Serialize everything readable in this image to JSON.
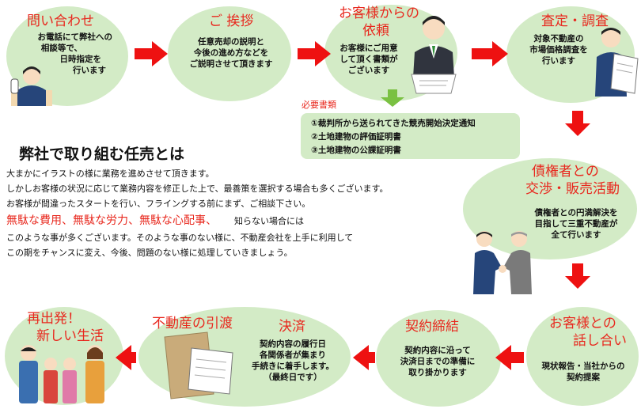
{
  "steps": [
    {
      "title": "問い合わせ",
      "lines": [
        "お電話にて弊社への",
        "相談等で、",
        "日時指定を",
        "行います"
      ]
    },
    {
      "title": "ご 挨拶",
      "lines": [
        "任意売却の説明と",
        "今後の進め方などを",
        "ご説明させて頂きます"
      ]
    },
    {
      "title_lines": [
        "お客様からの",
        "依頼"
      ],
      "lines": [
        "お客様にご用意",
        "して頂く書類が",
        "ございます"
      ]
    },
    {
      "title": "査定・調査",
      "lines": [
        "対象不動産の",
        "市場価格調査を",
        "行います"
      ]
    },
    {
      "title_lines": [
        "債権者との",
        "交渉・販売活動"
      ],
      "lines": [
        "債権者との円満解決を",
        "目指して三重不動産が",
        "全て行います"
      ]
    },
    {
      "title_lines": [
        "お客様との",
        "話し合い"
      ],
      "lines": [
        "現状報告・当社からの",
        "契約提案"
      ]
    },
    {
      "title": "契約締結",
      "lines": [
        "契約内容に沿って",
        "決済日までの準備に",
        "取り掛かります"
      ]
    },
    {
      "title": "決済",
      "lines": [
        "契約内容の履行日",
        "各関係者が集まり",
        "手続きに着手します。",
        "（最終日です）"
      ]
    },
    {
      "title": "不動産の引渡"
    },
    {
      "title_lines": [
        "再出発！",
        "新しい生活"
      ]
    }
  ],
  "documents": {
    "label": "必要書類",
    "items": [
      "①裁判所から送られてきた競売開始決定通知",
      "②土地建物の評価証明書",
      "③土地建物の公課証明書"
    ]
  },
  "intro": {
    "heading": "弊社で取り組む任売とは",
    "paragraphs": [
      "大まかにイラストの様に業務を進めさせて頂きます。",
      "しかしお客様の状況に応じて業務内容を修正した上で、最善策を選択する場合も多くございます。",
      "お客様が間違ったスタートを行い、フライングする前にまず、ご相談下さい。"
    ],
    "emphasis": "無駄な費用、無駄な労力、無駄な心配事、",
    "emphasis_tail": "知らない場合には",
    "closing": [
      "このような事が多くございます。そのような事のない様に、不動産会社を上手に利用して",
      "この期をチャンスに変え、今後、問題のない様に処理していきましょう。"
    ]
  },
  "colors": {
    "circle": "#d3ebc6",
    "title": "#e8281e",
    "arrow": "#ee1111",
    "down_arrow": "#7ac142"
  }
}
